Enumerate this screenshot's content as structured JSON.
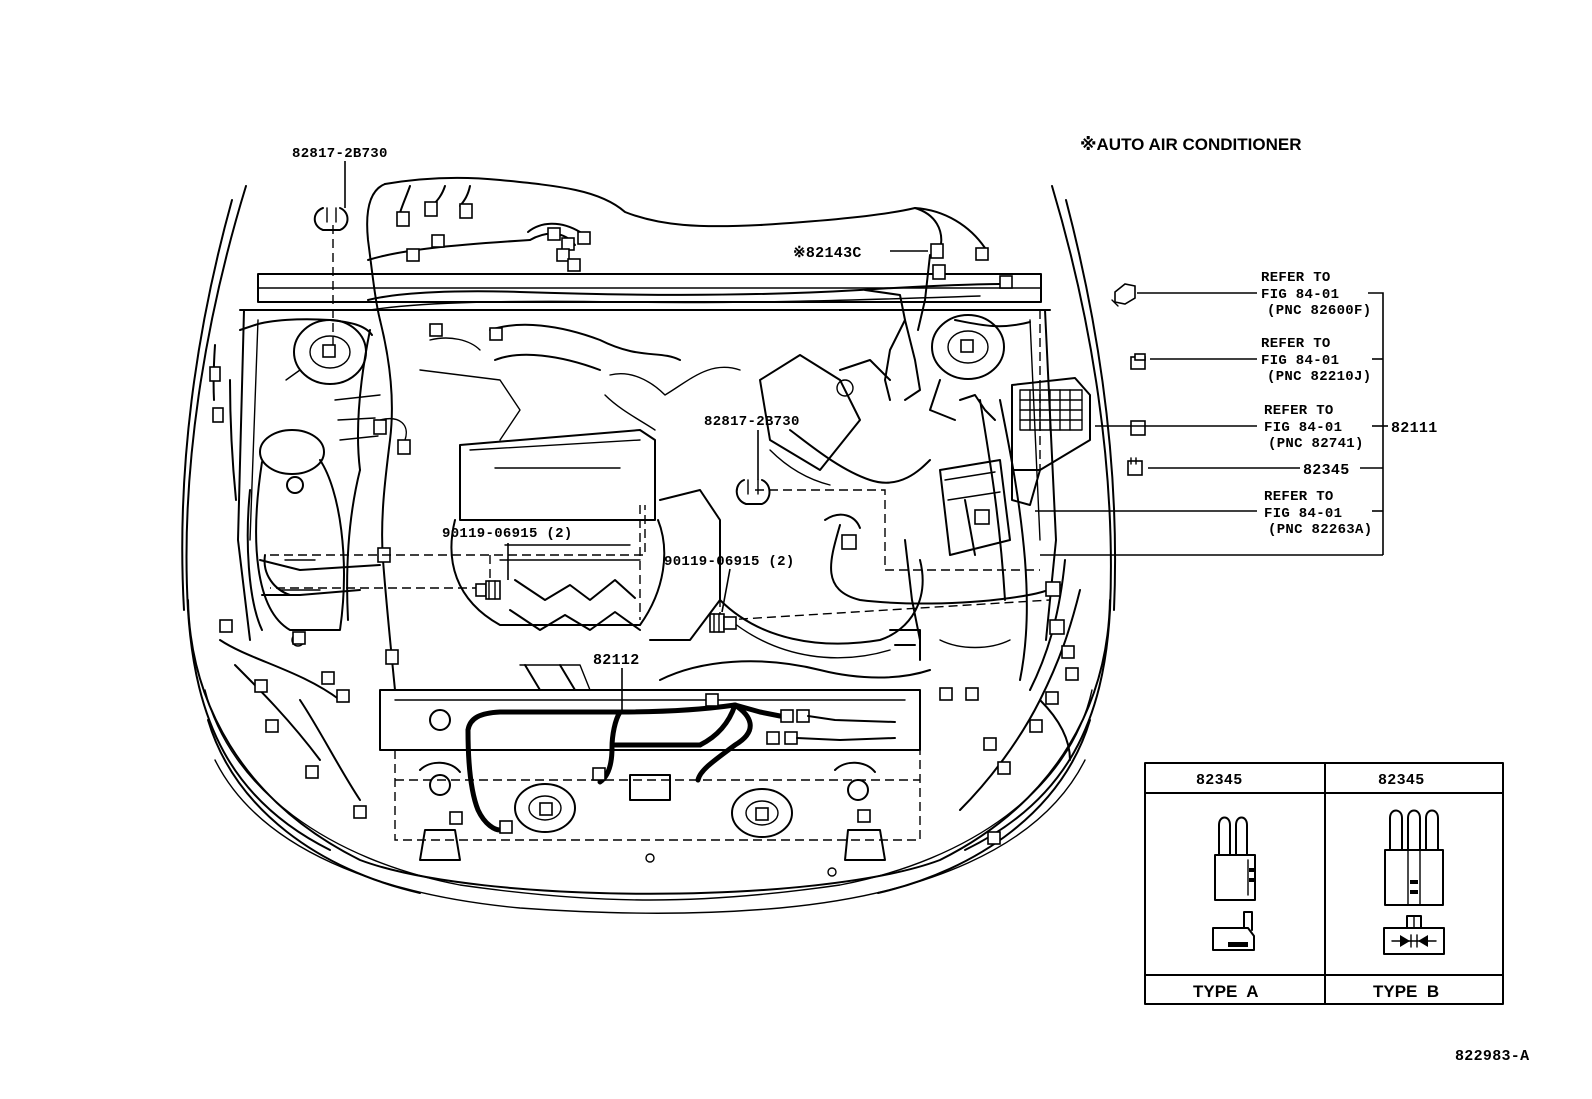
{
  "diagram": {
    "note": "※AUTO AIR CONDITIONER",
    "figure_code": "822983-A",
    "part_labels": {
      "clamp_top_left": "82817-2B730",
      "clamp_center": "82817-2B730",
      "ac_harness": "※82143C",
      "bolt_left": "90119-06915 (2)",
      "bolt_right": "90119-06915 (2)",
      "engine_wire": "82112",
      "relay": "82345",
      "relay_block": "82111"
    },
    "references": [
      {
        "line1": "REFER TO",
        "line2": "FIG 84-01",
        "line3": "(PNC 82600F)"
      },
      {
        "line1": "REFER TO",
        "line2": "FIG 84-01",
        "line3": "(PNC 82210J)"
      },
      {
        "line1": "REFER TO",
        "line2": "FIG 84-01",
        "line3": "(PNC 82741)"
      },
      {
        "line1": "REFER TO",
        "line2": "FIG 84-01",
        "line3": "(PNC 82263A)"
      }
    ],
    "type_table": {
      "col_a_header": "82345",
      "col_b_header": "82345",
      "col_a_footer": "TYPE  A",
      "col_b_footer": "TYPE  B"
    }
  }
}
